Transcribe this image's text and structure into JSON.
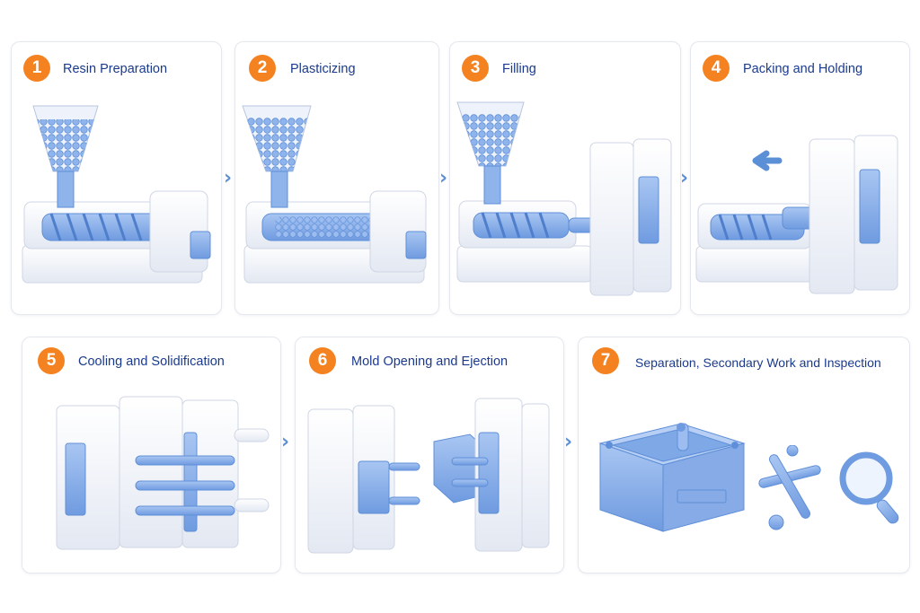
{
  "steps": [
    {
      "number": "1",
      "title": "Resin Preparation"
    },
    {
      "number": "2",
      "title": "Plasticizing"
    },
    {
      "number": "3",
      "title": "Filling"
    },
    {
      "number": "4",
      "title": "Packing and Holding"
    },
    {
      "number": "5",
      "title": "Cooling and Solidification"
    },
    {
      "number": "6",
      "title": "Mold Opening and Ejection"
    },
    {
      "number": "7",
      "title": "Separation, Secondary Work and Inspection"
    }
  ],
  "arrow_glyph": "›",
  "colors": {
    "badge": "#f58220",
    "title_text": "#1a3a8c",
    "part_blue": "#7ea8e6",
    "machine_white": "#f3f5fa",
    "arrow": "#5b8fd6"
  },
  "icons": [
    "hopper-icon",
    "injection-unit-icon",
    "mold-icon",
    "arrow-icon",
    "box-part-icon",
    "runner-sprue-icon",
    "magnifier-icon"
  ]
}
